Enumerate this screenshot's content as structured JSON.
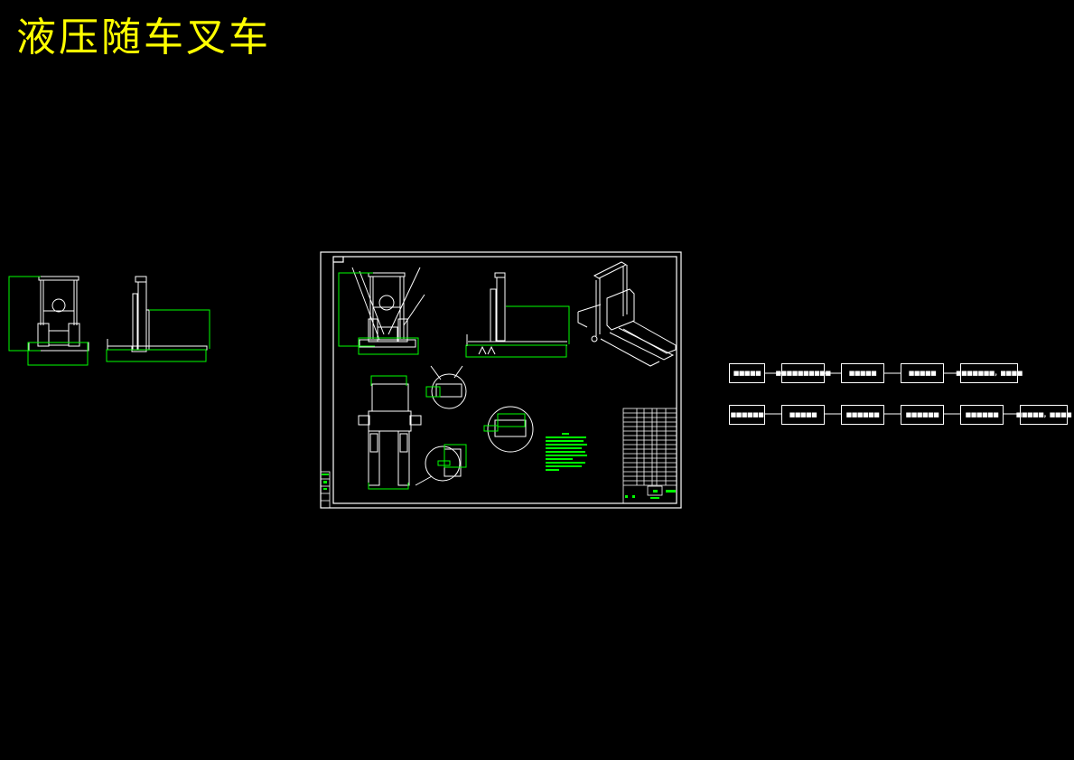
{
  "title": "液压随车叉车",
  "colors": {
    "background": "#000000",
    "title": "#ffff00",
    "lines": "#ffffff",
    "dimensions": "#00ff00"
  },
  "drawing_sheet": {
    "views": [
      "front-view",
      "side-view",
      "isometric-view",
      "top-view",
      "detail-a",
      "detail-b",
      "detail-c"
    ],
    "technical_requirements_label": "技术要求",
    "title_block": "标题栏"
  },
  "preview_views": [
    "front-view-small",
    "side-view-small"
  ],
  "flowchart": {
    "row1": [
      {
        "label": "■■■■■"
      },
      {
        "label": "■■■■■■■■■■"
      },
      {
        "label": "■■■■■"
      },
      {
        "label": "■■■■■"
      },
      {
        "label": "■■■■■■■，■■■■"
      }
    ],
    "row2": [
      {
        "label": "■■■■■■"
      },
      {
        "label": "■■■■■"
      },
      {
        "label": "■■■■■■"
      },
      {
        "label": "■■■■■■"
      },
      {
        "label": "■■■■■■"
      },
      {
        "label": "■■■■■，■■■■"
      }
    ]
  }
}
